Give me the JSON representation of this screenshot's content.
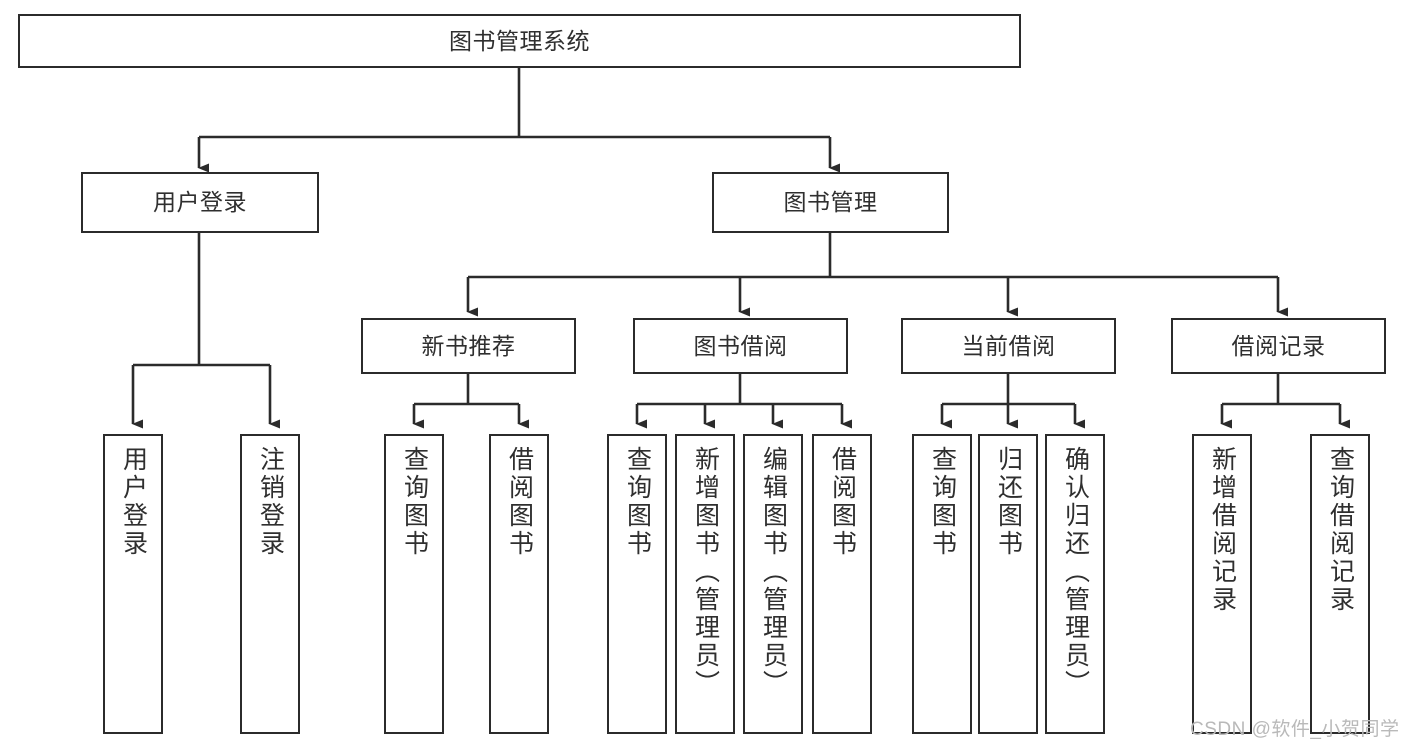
{
  "diagram": {
    "title": "图书管理系统",
    "type": "hierarchy-tree",
    "watermark": "CSDN @软件_小贺同学",
    "colors": {
      "border": "#2b2b2b",
      "fill": "#ffffff",
      "text": "#2f2f2f",
      "connector": "#2b2b2b",
      "watermark": "#b9b9b9",
      "background": "#ffffff"
    },
    "levels": {
      "root": {
        "label": "图书管理系统"
      },
      "level2": [
        {
          "label": "用户登录"
        },
        {
          "label": "图书管理"
        }
      ],
      "level3": [
        {
          "label": "新书推荐"
        },
        {
          "label": "图书借阅"
        },
        {
          "label": "当前借阅"
        },
        {
          "label": "借阅记录"
        }
      ],
      "leaves": {
        "user_login": [
          {
            "label": "用户登录"
          },
          {
            "label": "注销登录"
          }
        ],
        "new_book_recommend": [
          {
            "label": "查询图书"
          },
          {
            "label": "借阅图书"
          }
        ],
        "book_borrow": [
          {
            "label": "查询图书"
          },
          {
            "label": "新增图书（管理员）"
          },
          {
            "label": "编辑图书（管理员）"
          },
          {
            "label": "借阅图书"
          }
        ],
        "current_borrow": [
          {
            "label": "查询图书"
          },
          {
            "label": "归还图书"
          },
          {
            "label": "确认归还（管理员）"
          }
        ],
        "borrow_record": [
          {
            "label": "新增借阅记录"
          },
          {
            "label": "查询借阅记录"
          }
        ]
      }
    }
  }
}
